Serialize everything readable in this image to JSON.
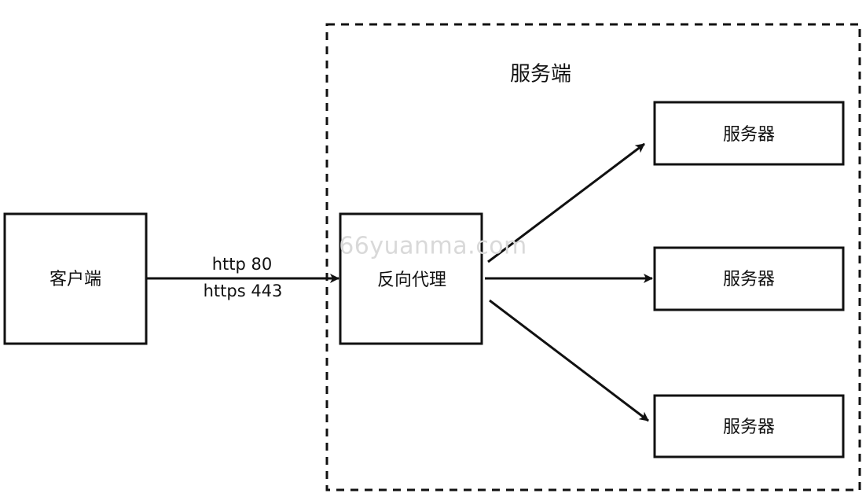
{
  "diagram": {
    "group": {
      "title": "服务端"
    },
    "nodes": {
      "client": {
        "label": "客户端"
      },
      "proxy": {
        "label": "反向代理"
      },
      "server1": {
        "label": "服务器"
      },
      "server2": {
        "label": "服务器"
      },
      "server3": {
        "label": "服务器"
      }
    },
    "edges": {
      "client_to_proxy": {
        "label_line1": "http 80",
        "label_line2": "https 443"
      }
    },
    "watermark": "66yuanma.com",
    "colors": {
      "stroke": "#111111",
      "background": "#ffffff",
      "watermark": "#d9d9d9"
    }
  }
}
